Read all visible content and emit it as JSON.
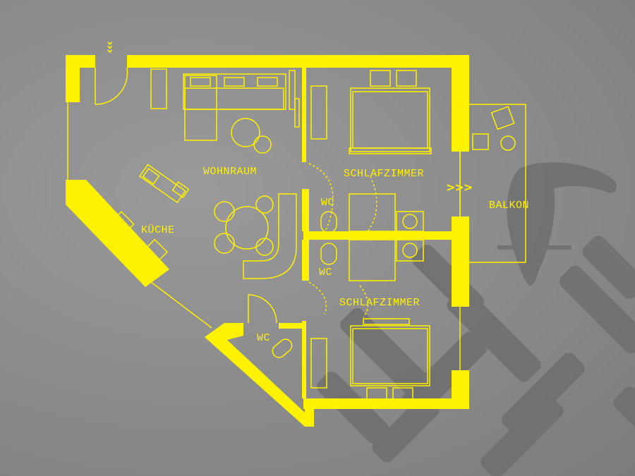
{
  "colors": {
    "background": "#8c8c8c",
    "plan": "#fff200",
    "logo": "#6f6f6f"
  },
  "rooms": {
    "wohnraum": "WOHNRAUM",
    "schlafzimmer_1": "SCHLAFZIMMER",
    "kueche": "KÜCHE",
    "wc_1": "WC",
    "wc_2": "WC",
    "schlafzimmer_2": "SCHLAFZIMMER",
    "wc_3": "WC",
    "balkon": "BALKON"
  },
  "markers": {
    "entrance": "›››",
    "balcony_access": ">>>"
  }
}
